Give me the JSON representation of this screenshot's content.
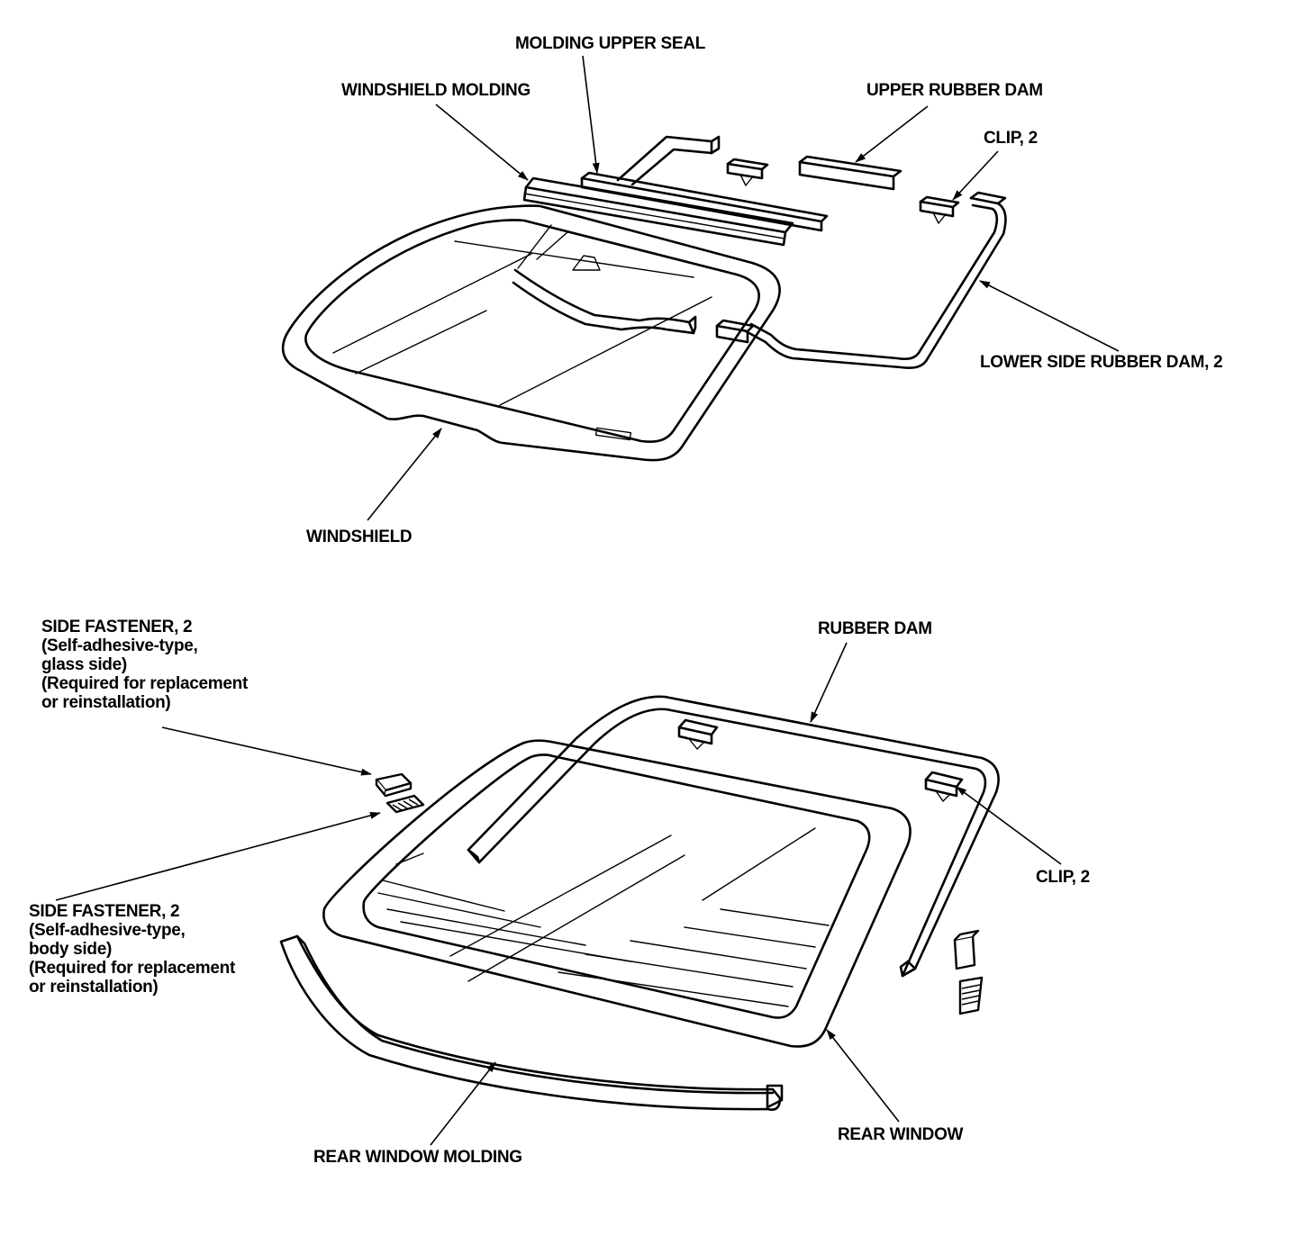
{
  "labels": {
    "molding_upper_seal": "MOLDING UPPER SEAL",
    "windshield_molding": "WINDSHIELD MOLDING",
    "upper_rubber_dam": "UPPER RUBBER DAM",
    "clip_top": "CLIP, 2",
    "lower_side_rubber_dam": "LOWER SIDE RUBBER DAM, 2",
    "windshield": "WINDSHIELD",
    "side_fastener_glass": {
      "line1": "SIDE FASTENER, 2",
      "line2": "(Self-adhesive-type,",
      "line3": "glass side)",
      "line4": "(Required for replacement",
      "line5": "or reinstallation)"
    },
    "rubber_dam": "RUBBER DAM",
    "clip_bottom": "CLIP, 2",
    "side_fastener_body": {
      "line1": "SIDE FASTENER, 2",
      "line2": "(Self-adhesive-type,",
      "line3": "body side)",
      "line4": "(Required for replacement",
      "line5": "or reinstallation)"
    },
    "rear_window_molding": "REAR WINDOW MOLDING",
    "rear_window": "REAR WINDOW"
  },
  "colors": {
    "ink": "#000000",
    "paper": "#ffffff"
  }
}
